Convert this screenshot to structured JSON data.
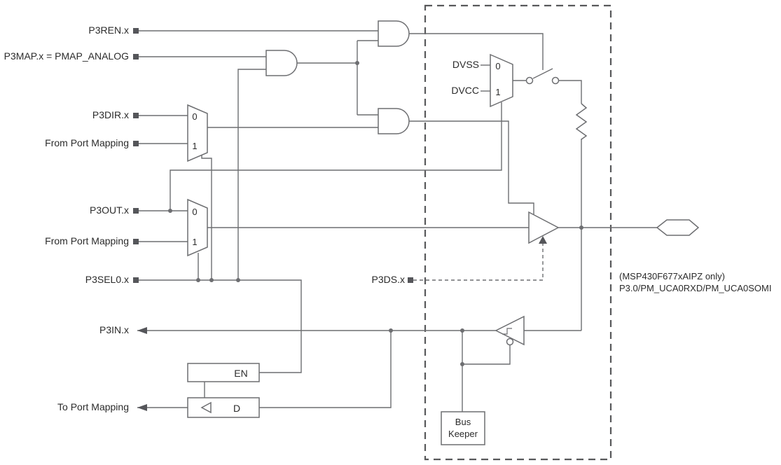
{
  "diagram": {
    "signals": {
      "p3ren": "P3REN.x",
      "p3map": "P3MAP.x = PMAP_ANALOG",
      "p3dir": "P3DIR.x",
      "from_port_mapping": "From Port Mapping",
      "p3out": "P3OUT.x",
      "p3sel0": "P3SEL0.x",
      "p3in": "P3IN.x",
      "to_port_mapping": "To Port Mapping",
      "p3ds": "P3DS.x",
      "dvss": "DVSS",
      "dvcc": "DVCC"
    },
    "mux": {
      "in0": "0",
      "in1": "1"
    },
    "latch": {
      "enable": "EN",
      "data": "D"
    },
    "bus_keeper": {
      "line1": "Bus",
      "line2": "Keeper"
    },
    "pin_note": "(MSP430F677xAIPZ only)",
    "pin_name": "P3.0/PM_UCA0RXD/PM_UCA0SOMI",
    "colors": {
      "wire": "#6d6e71",
      "text": "#2b2b2b",
      "background": "#ffffff"
    }
  }
}
